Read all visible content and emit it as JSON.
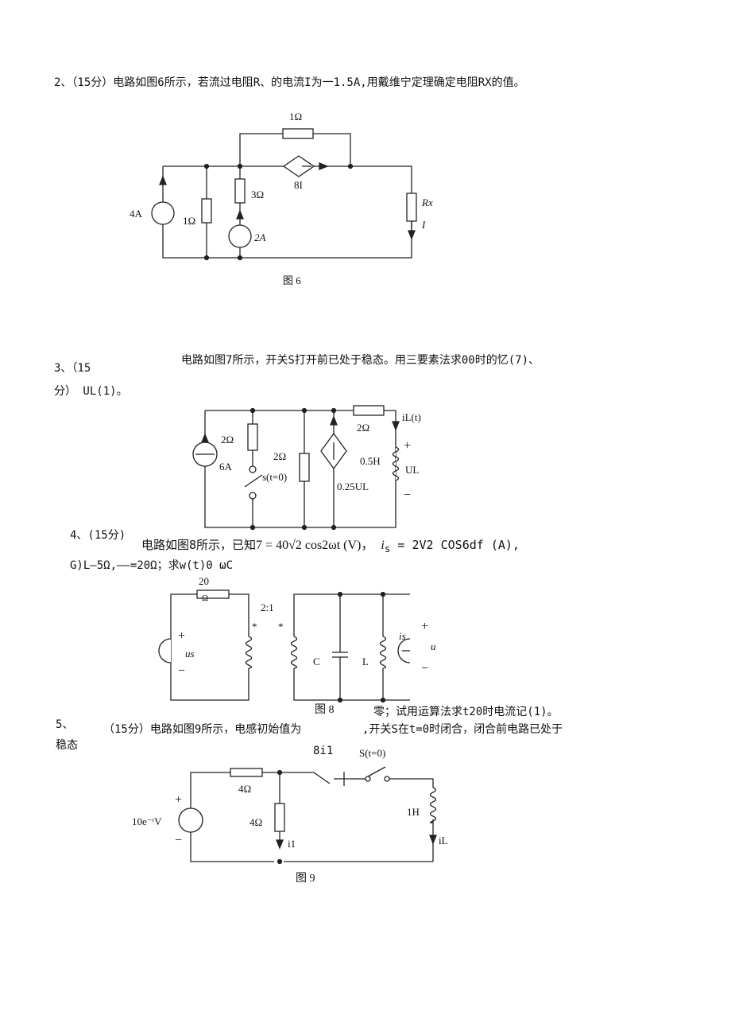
{
  "q2": {
    "text": "2、（15分）电路如图6所示，若流过电阻R、的电流I为一1.5A,用戴维宁定理确定电阻RX的值。",
    "fig": {
      "r_top": "1Ω",
      "dep_source": "8I",
      "src_4a": "4A",
      "r_1": "1Ω",
      "r_3": "3Ω",
      "src_2a": "2A",
      "rx": "Rx",
      "current": "I",
      "caption": "图 6"
    }
  },
  "q3": {
    "num": "3、（15",
    "num2": "分） UL(1)。",
    "text": "电路如图7所示，开关S打开前已处于稳态。用三要素法求00时的忆(7)、",
    "fig": {
      "src": "6A",
      "r_a": "2Ω",
      "switch": "s(t=0)",
      "r_b": "2Ω",
      "dep_source": "0.25UL",
      "r_c": "2Ω",
      "il": "iL(t)",
      "ind": "0.5H",
      "plus": "+",
      "ul": "UL",
      "minus": "−"
    }
  },
  "q4": {
    "num": "4、(15分)",
    "text_a": "电路如图8所示，已知",
    "formula": "7 = 40√2 cos2ωt  (V)，",
    "text_b": "i",
    "text_b_sub": "s",
    "text_c": " = 2V2 COS6df (A),",
    "line2": "G)L—5Ω,——=20Ω；求w(t)0 ωC",
    "fig": {
      "r_val": "20",
      "r_unit": "Ω",
      "ratio": "2:1",
      "dot1": "*",
      "dot2": "*",
      "plus_l": "+",
      "us": "us",
      "minus_l": "−",
      "c": "C",
      "l": "L",
      "is": "is",
      "plus_r": "+",
      "u": "u",
      "minus_r": "−",
      "caption": "图 8"
    }
  },
  "q5": {
    "tail": "零；试用运算法求t20时电流记(1)。",
    "num": "5、",
    "text": "（15分）电路如图9所示，电感初始值为",
    "text2": ",开关S在t=0时闭合，闭合前电路已处于",
    "line2": "稳态",
    "fig": {
      "dep": "8i1",
      "switch": "S(t=0)",
      "plus": "+",
      "src": "10e⁻ᵗV",
      "minus": "−",
      "r_top": "4Ω",
      "r_v": "4Ω",
      "i1": "i1",
      "ind": "1H",
      "il": "iL",
      "caption": "图 9"
    }
  }
}
